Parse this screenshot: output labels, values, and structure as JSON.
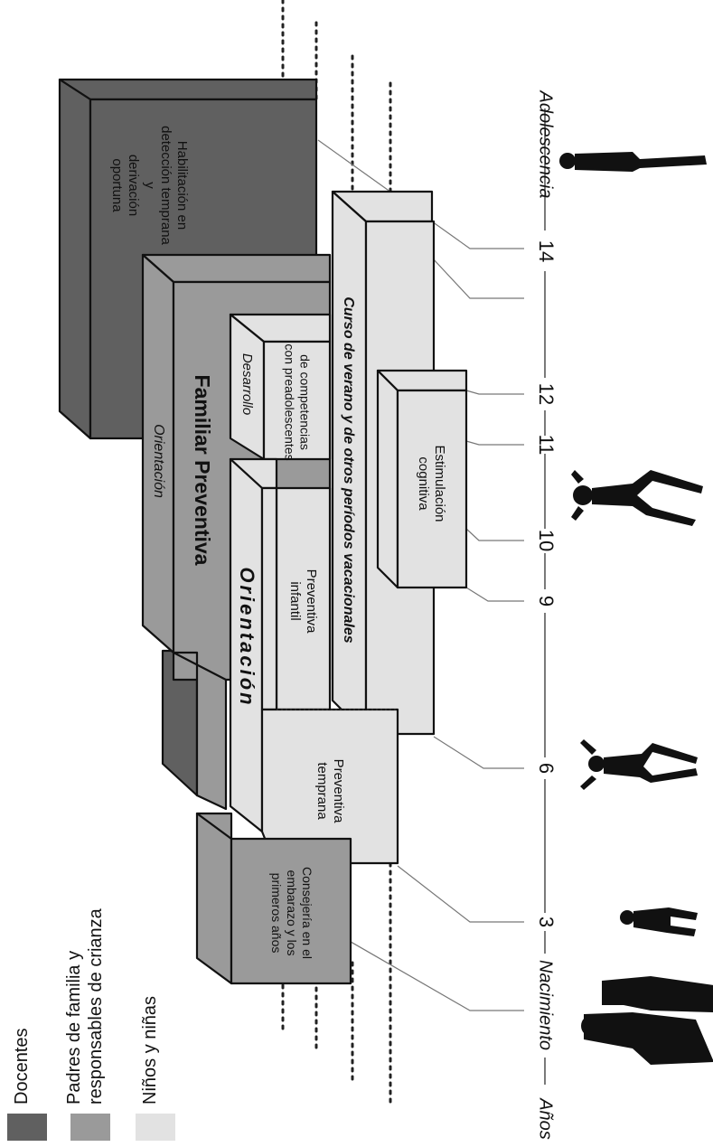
{
  "legend": [
    {
      "label": "Docentes",
      "color": "#606060"
    },
    {
      "label": "Padres de familia y\nresponsables de crianza",
      "color": "#9a9a9a"
    },
    {
      "label": "Niños y niñas",
      "color": "#e2e2e2"
    }
  ],
  "axis": {
    "title": "Años",
    "ticks": [
      "Nacimiento",
      "3",
      "6",
      "9",
      "10",
      "11",
      "12",
      "14",
      "Adolescencia"
    ]
  },
  "blocks": {
    "habilitacion": "Habilitación en\ndetección temprana\ny\nderivación\noportuna",
    "orientacion_familiar": "Orientación",
    "familiar_preventiva": "Familiar Preventiva",
    "desarrollo": "Desarrollo",
    "competencias": "de competencias\ncon preadolescentes",
    "curso_verano": "Curso de verano y de otros períodos vacacionales",
    "estimulacion": "Estimulación\ncognitiva",
    "orientacion_infantil": "Orientación",
    "preventiva_infantil": "Preventiva\ninfantil",
    "preventiva_temprana": "Preventiva\ntemprana",
    "consejeria": "Consejería en el\nembarazo y los\nprimeros años"
  },
  "silhouettes": [
    "adult-with-baby-icon",
    "toddler-icon",
    "child-icon",
    "jumping-child-icon",
    "teenager-icon"
  ]
}
